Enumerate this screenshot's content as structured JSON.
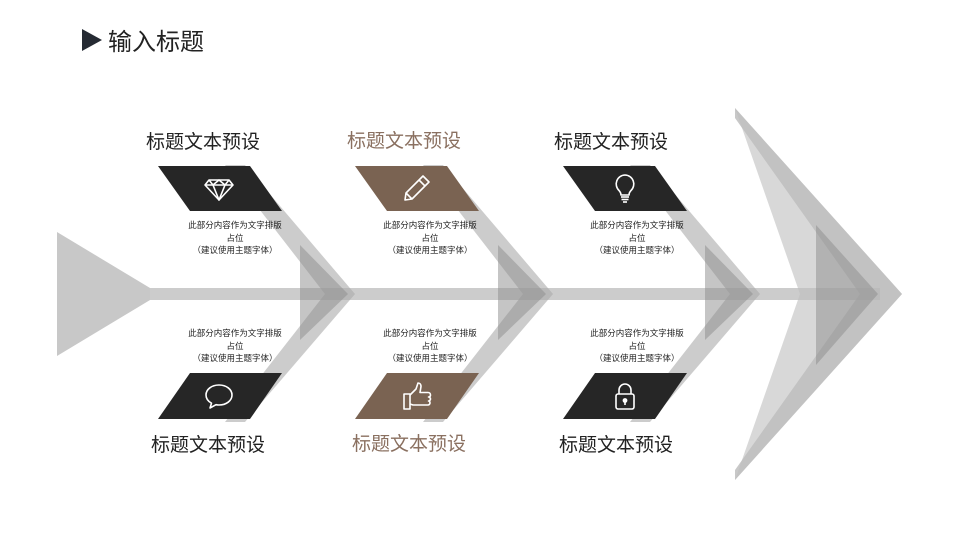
{
  "header": {
    "title": "输入标题"
  },
  "colors": {
    "dark": "#262626",
    "brown": "#7a6352",
    "bone": "#bdbdbd"
  },
  "groups": [
    {
      "top": {
        "title": "标题文本预设",
        "icon": "diamond-icon",
        "desc": [
          "此部分内容作为文字排版",
          "占位",
          "（建议使用主题字体）"
        ]
      },
      "bottom": {
        "title": "标题文本预设",
        "icon": "speech-bubble-icon",
        "desc": [
          "此部分内容作为文字排版",
          "占位",
          "（建议使用主题字体）"
        ]
      }
    },
    {
      "top": {
        "title": "标题文本预设",
        "icon": "pencil-icon",
        "desc": [
          "此部分内容作为文字排版",
          "占位",
          "（建议使用主题字体）"
        ]
      },
      "bottom": {
        "title": "标题文本预设",
        "icon": "thumbs-up-icon",
        "desc": [
          "此部分内容作为文字排版",
          "占位",
          "（建议使用主题字体）"
        ]
      }
    },
    {
      "top": {
        "title": "标题文本预设",
        "icon": "lightbulb-icon",
        "desc": [
          "此部分内容作为文字排版",
          "占位",
          "（建议使用主题字体）"
        ]
      },
      "bottom": {
        "title": "标题文本预设",
        "icon": "padlock-icon",
        "desc": [
          "此部分内容作为文字排版",
          "占位",
          "（建议使用主题字体）"
        ]
      }
    }
  ]
}
